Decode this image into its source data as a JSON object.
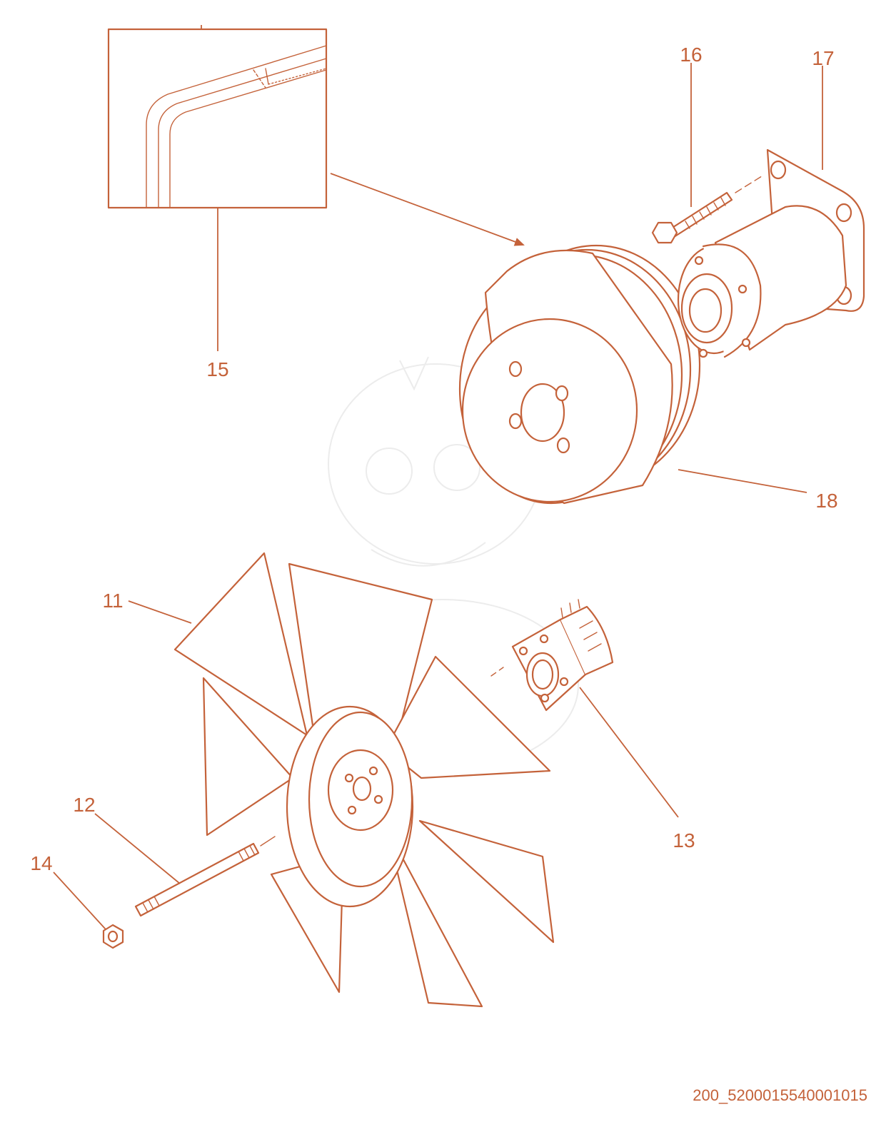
{
  "callouts": {
    "c11": "11",
    "c12": "12",
    "c13": "13",
    "c14": "14",
    "c15": "15",
    "c16": "16",
    "c17": "17",
    "c18": "18"
  },
  "reference_code": "200_5200015540001015",
  "colors": {
    "line": "#c4623a",
    "background": "#ffffff"
  }
}
